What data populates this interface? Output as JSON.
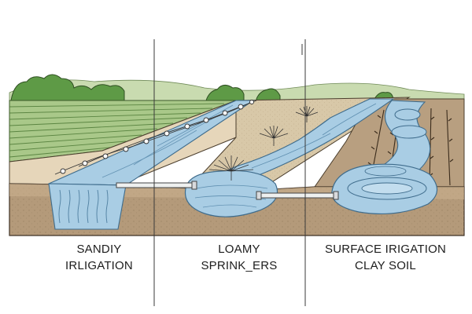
{
  "sections": [
    {
      "line1": "SANDIY",
      "line2": "IRLIGATION"
    },
    {
      "line1": "LOAMY",
      "line2": "SPRINK_ERS"
    },
    {
      "line1": "SURFACE IRIGATION",
      "line2": "CLAY SOIL"
    }
  ],
  "colors": {
    "water": "#a9cde4",
    "water_edge": "#3f6c8c",
    "sand": "#e3d3b7",
    "loam": "#d3c3a3",
    "clay": "#b49a7a",
    "subsoil": "#a88c6d",
    "grass": "#9bbf74",
    "trees": "#5e9a46",
    "outline": "#2b2b2b"
  },
  "icons": [
    "sprinkler-icon",
    "dripper-icon",
    "pipe-icon",
    "crop-row-icon",
    "tree-icon"
  ]
}
